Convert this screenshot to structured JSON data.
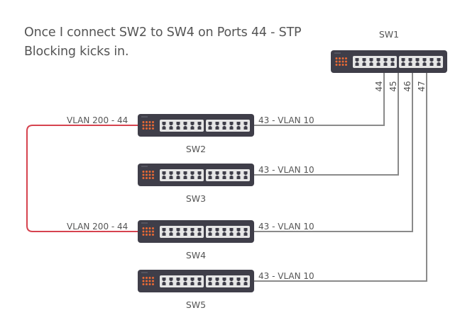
{
  "caption": "Once I connect SW2 to SW4 on Ports 44 - STP Blocking kicks in.",
  "colors": {
    "switch_body": "#3f3e49",
    "port_panel": "#e6e6e6",
    "led": "#ea6a35",
    "uplink_line": "#8a8a8a",
    "loop_line": "#d6434f",
    "text": "#555555"
  },
  "core_switch": {
    "name": "SW1",
    "ports": [
      "44",
      "45",
      "46",
      "47"
    ]
  },
  "access_switches": [
    {
      "name": "SW2",
      "uplink_label": "43 - VLAN 10",
      "sw1_port": "44",
      "loop_label": "VLAN 200 - 44"
    },
    {
      "name": "SW3",
      "uplink_label": "43 - VLAN 10",
      "sw1_port": "45",
      "loop_label": null
    },
    {
      "name": "SW4",
      "uplink_label": "43 - VLAN 10",
      "sw1_port": "46",
      "loop_label": "VLAN 200 - 44"
    },
    {
      "name": "SW5",
      "uplink_label": "43 - VLAN 10",
      "sw1_port": "47",
      "loop_label": null
    }
  ],
  "loop_link": {
    "from": "SW2",
    "to": "SW4",
    "port": "44",
    "vlan": "VLAN 200",
    "status": "STP Blocking"
  }
}
